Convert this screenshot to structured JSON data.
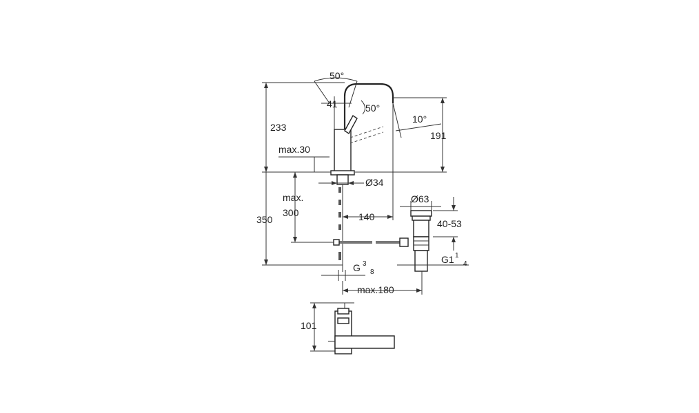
{
  "drawing": {
    "labels": {
      "angle_top": "50°",
      "angle_spout": "50°",
      "angle_tilt": "10°",
      "dim_41": "41",
      "dim_233": "233",
      "dim_191": "191",
      "dim_max30": "max.30",
      "dim_d34": "Ø34",
      "dim_max300_a": "max.",
      "dim_max300_b": "300",
      "dim_350": "350",
      "dim_140": "140",
      "dim_d63": "Ø63",
      "dim_40_53": "40-53",
      "thread_g38": "G",
      "thread_g38_num": "3",
      "thread_g38_den": "8",
      "thread_g114": "G1",
      "thread_g114_num": "1",
      "thread_g114_den": "4",
      "dim_max180": "max.180",
      "dim_101": "101"
    }
  }
}
